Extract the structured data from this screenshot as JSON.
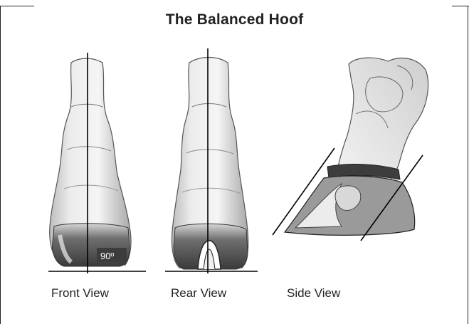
{
  "title": "The Balanced Hoof",
  "views": [
    {
      "caption": "Front View"
    },
    {
      "caption": "Rear View"
    },
    {
      "caption": "Side View"
    }
  ],
  "angle_label": "90º"
}
